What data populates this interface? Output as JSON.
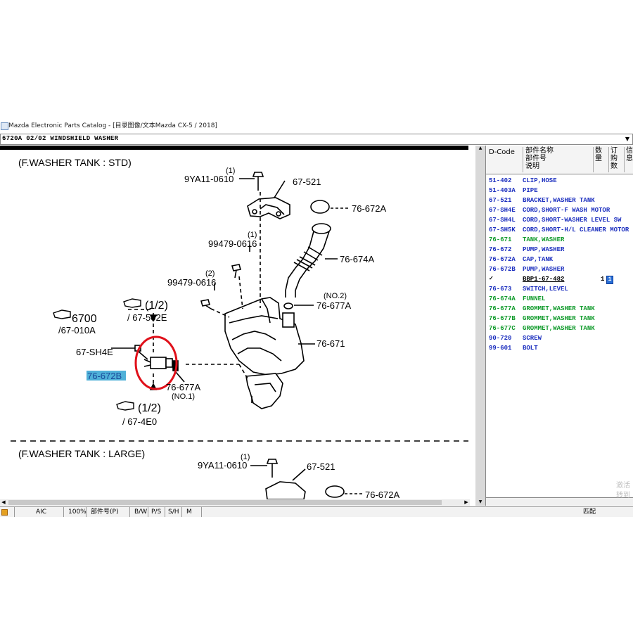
{
  "window": {
    "title": "Mazda Electronic Parts Catalog - [目录图像/文本Mazda CX-5 / 2018]"
  },
  "combo": {
    "value": "6720A  02/02  WINDSHIELD WASHER"
  },
  "diagram": {
    "section1_title": "(F.WASHER TANK : STD)",
    "section2_title": "(F.WASHER TANK : LARGE)",
    "labels": {
      "l_9ya11_qty": "(1)",
      "l_9ya11": "9YA11-0610",
      "l_67521": "67-521",
      "l_76672a": "76-672A",
      "l_99479a_qty": "(1)",
      "l_99479a": "99479-0616",
      "l_76674a": "76-674A",
      "l_99479b_qty": "(2)",
      "l_99479b": "99479-0616",
      "l_no2": "(NO.2)",
      "l_76677a_top": "76-677A",
      "l_12_top": "(1/2)",
      "l_67502e": "/ 67-502E",
      "l_6700": "6700",
      "l_67010a": "/67-010A",
      "l_67sh4e": "67-SH4E",
      "l_76671": "76-671",
      "l_76672b": "76-672B",
      "l_76677a_bot": "76-677A",
      "l_no1": "(NO.1)",
      "l_12_bot": "(1/2)",
      "l_674e0": "/ 67-4E0",
      "l2_9ya11_qty": "(1)",
      "l2_9ya11": "9YA11-0610",
      "l2_67521": "67-521",
      "l2_76672a": "76-672A"
    }
  },
  "parts_panel": {
    "headers": {
      "dcode": "D-Code",
      "name_l1": "部件名称",
      "name_l2": "部件号",
      "name_l3": "说明",
      "qty_l1": "数",
      "qty_l2": "量",
      "order_l1": "订",
      "order_l2": "购",
      "order_l3": "数",
      "info_l1": "信",
      "info_l2": "息"
    },
    "rows": [
      {
        "code": "51-402",
        "name": "CLIP,HOSE",
        "color": "blue"
      },
      {
        "code": "51-403A",
        "name": "PIPE",
        "color": "blue"
      },
      {
        "code": "67-521",
        "name": "BRACKET,WASHER TANK",
        "color": "blue"
      },
      {
        "code": "67-SH4E",
        "name": "CORD,SHORT-F WASH MOTOR",
        "color": "blue"
      },
      {
        "code": "67-SH4L",
        "name": "CORD,SHORT-WASHER LEVEL SW",
        "color": "blue"
      },
      {
        "code": "67-SH5K",
        "name": "CORD,SHORT-H/L CLEANER MOTOR",
        "color": "blue"
      },
      {
        "code": "76-671",
        "name": "TANK,WASHER",
        "color": "green"
      },
      {
        "code": "76-672",
        "name": "PUMP,WASHER",
        "color": "blue"
      },
      {
        "code": "76-672A",
        "name": "CAP,TANK",
        "color": "blue"
      },
      {
        "code": "76-672B",
        "name": "PUMP,WASHER",
        "color": "blue"
      }
    ],
    "selected_row": {
      "check": "✓",
      "part_number": "BBP1-67-482",
      "qty": "1",
      "order_qty": "1"
    },
    "rows2": [
      {
        "code": "76-673",
        "name": "SWITCH,LEVEL",
        "color": "blue"
      },
      {
        "code": "76-674A",
        "name": "FUNNEL",
        "color": "green"
      },
      {
        "code": "76-677A",
        "name": "GROMMET,WASHER TANK",
        "color": "green"
      },
      {
        "code": "76-677B",
        "name": "GROMMET,WASHER TANK",
        "color": "green"
      },
      {
        "code": "76-677C",
        "name": "GROMMET,WASHER TANK",
        "color": "green"
      },
      {
        "code": "90-720",
        "name": "SCREW",
        "color": "blue"
      },
      {
        "code": "99-601",
        "name": "BOLT",
        "color": "blue"
      }
    ]
  },
  "watermark": {
    "line1": "激活",
    "line2": "转到"
  },
  "statusbar": {
    "cells": [
      "AIC",
      "100%",
      "部件号(P)",
      "B/W",
      "P/S",
      "S/H",
      "M"
    ],
    "right": "匹配"
  },
  "colors": {
    "blue_text": "#1c2fbf",
    "green_text": "#0f9a2a",
    "highlight_circle": "#e0101a",
    "callout_highlight": "#4fb0d8"
  }
}
